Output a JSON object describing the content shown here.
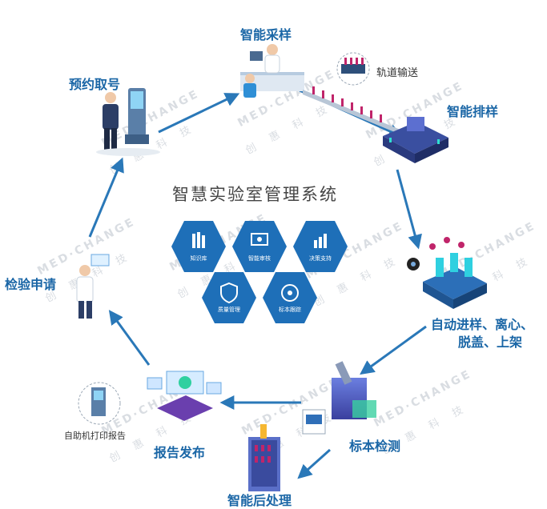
{
  "title": "智慧实验室管理系统",
  "steps": {
    "booking": "预约取号",
    "sampling": "智能采样",
    "track": "轨道输送",
    "sorting": "智能排样",
    "auto": "自动进样、离心、",
    "auto2": "脱盖、上架",
    "testing": "标本检测",
    "post": "智能后处理",
    "report": "报告发布",
    "selfprint": "自助机打印报告",
    "request": "检验申请"
  },
  "modules": [
    "知识库",
    "智能审核",
    "决策支持",
    "质量管理",
    "标本跟踪"
  ],
  "watermark": {
    "en": "MED·CHANGE",
    "cn": "创 惠 科 技"
  },
  "colors": {
    "primary": "#1a66a6",
    "hex": "#1e6fb8",
    "arrow": "#2a78b8"
  }
}
